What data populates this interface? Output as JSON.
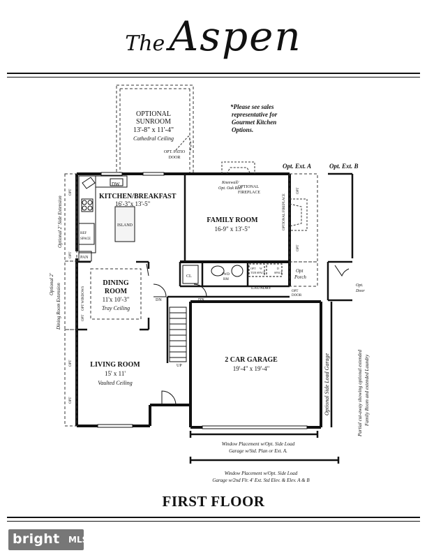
{
  "header": {
    "title_prefix": "The",
    "title_name": "Aspen"
  },
  "rooms": {
    "sunroom": {
      "name1": "OPTIONAL",
      "name2": "SUNROOM",
      "size": "13'-8\" x 11'-4\"",
      "note": "Cathedral Ceiling"
    },
    "opt_patio_door": [
      "OPT. PATIO",
      "DOOR"
    ],
    "kitchen": {
      "name": "KITCHEN/BREAKFAST",
      "size": "16'-3\"x 13'-5\""
    },
    "family": {
      "name": "FAMILY ROOM",
      "size": "16-9\" x 13'-5\""
    },
    "dining": {
      "name1": "DINING",
      "name2": "ROOM",
      "size": "11'x 10'-3\"",
      "note": "Tray Ceiling"
    },
    "living": {
      "name": "LIVING ROOM",
      "size": "15' x 11'",
      "note": "Vaulted Ceiling"
    },
    "garage": {
      "name": "2 CAR GARAGE",
      "size": "19'-4\" x 19'-4\""
    }
  },
  "notes": {
    "sales": [
      "*Please see sales",
      "representative for",
      "Gourmet Kitchen",
      "Options."
    ],
    "opt_ext_a": "Opt. Ext. A",
    "opt_ext_b": "Opt. Ext. B",
    "kneewall": [
      "Kneewall/",
      "Opt. Oak Rail"
    ],
    "opt_fireplace_top": [
      "OPTIONAL",
      "FIREPLACE"
    ],
    "opt_fireplace_side": "OPTIONAL FIREPLACE",
    "opt_porch": [
      "Opt",
      "Porch"
    ],
    "opt_door_right": [
      "Opt.",
      "Door"
    ],
    "opt_door_laundry": [
      "OPT",
      "DOOR"
    ],
    "side_ext": "Optional 2' Side Extension",
    "dining_ext": [
      "Optional 2'",
      "Dining Room Extension"
    ],
    "opt_windows": "OPT WINDOWS",
    "side_load": "Optional Side Load Garage",
    "partial": [
      "Partial cut-away showing optional extended",
      "Family Room and extended Laundry"
    ],
    "window_a": [
      "Window Placement w/Opt. Side Load",
      "Garage w/Std. Plan or Ext. A."
    ],
    "window_b": [
      "Window Placement w/Opt. Side Load",
      "Garage w/2nd Flr. 4' Ext. Std Elev. & Elev. A & B"
    ]
  },
  "small_labels": {
    "dw": "DW",
    "island": "ISLAND",
    "ref_space": [
      "REF",
      "SPACE"
    ],
    "pan": "PAN",
    "cl": "CL",
    "pwd_rm": [
      "PWD",
      "RM"
    ],
    "laundry": "LAUNDRY",
    "w_space": [
      "W",
      "SPACE"
    ],
    "d_space": [
      "D",
      "SPACE"
    ],
    "opt_tub": [
      "OPT",
      "TUB"
    ],
    "dn": "DN",
    "up": "UP",
    "opt": "OPT"
  },
  "footer": {
    "floor": "FIRST FLOOR",
    "logo_word": "bright",
    "logo_mls": "MLS"
  }
}
